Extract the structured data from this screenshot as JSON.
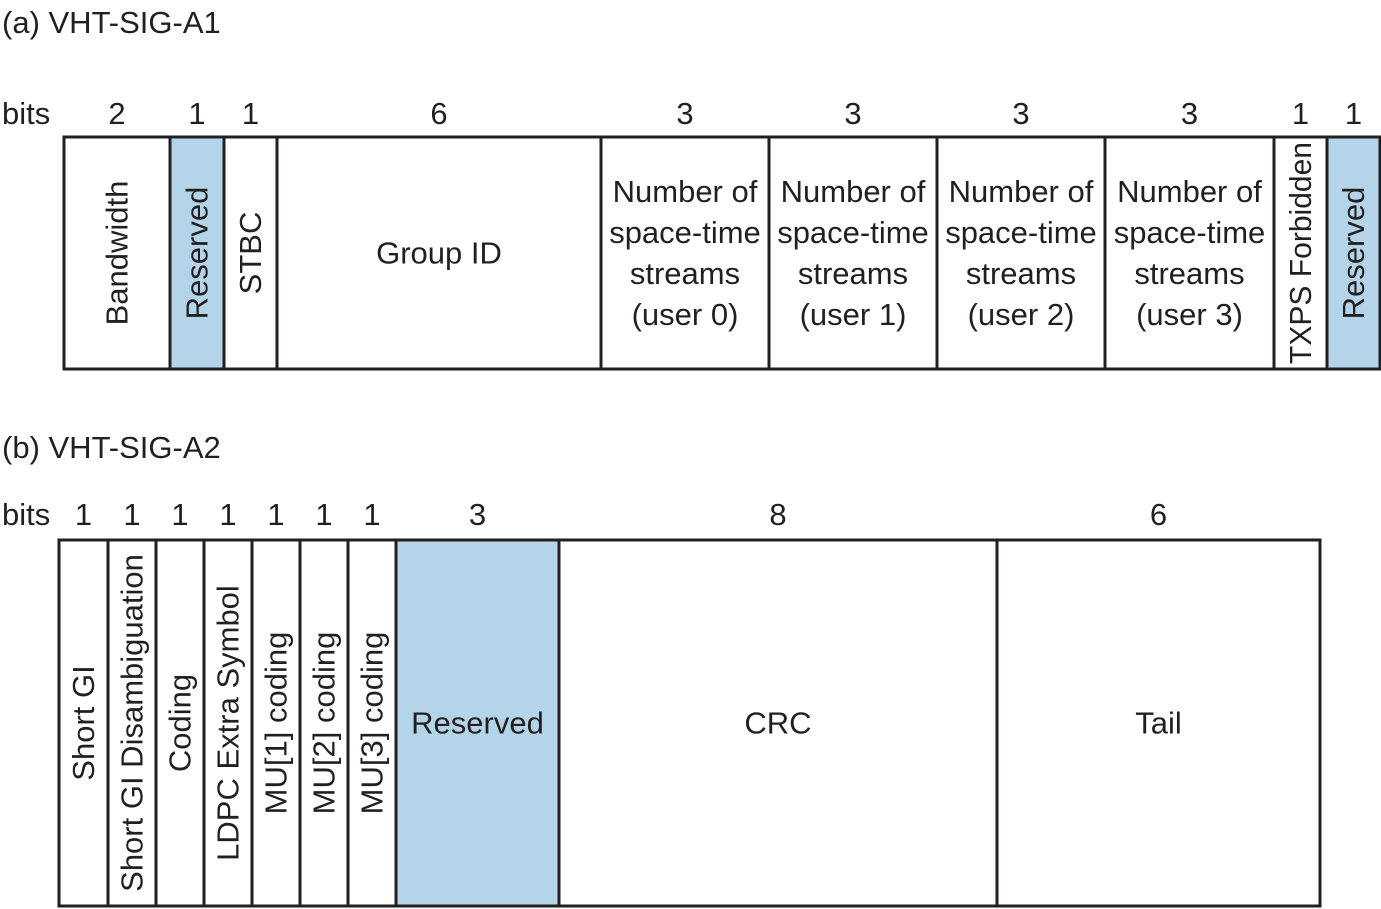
{
  "diagrams": [
    {
      "title": "(a) VHT-SIG-A1",
      "bits_label": "bits",
      "fields": [
        {
          "bits": "2",
          "label": [
            "Bandwidth"
          ],
          "orientation": "vertical",
          "reserved": false
        },
        {
          "bits": "1",
          "label": [
            "Reserved"
          ],
          "orientation": "vertical",
          "reserved": true
        },
        {
          "bits": "1",
          "label": [
            "STBC"
          ],
          "orientation": "vertical",
          "reserved": false
        },
        {
          "bits": "6",
          "label": [
            "Group ID"
          ],
          "orientation": "horizontal",
          "reserved": false
        },
        {
          "bits": "3",
          "label": [
            "Number of",
            "space-time",
            "streams",
            "(user 0)"
          ],
          "orientation": "horizontal",
          "reserved": false
        },
        {
          "bits": "3",
          "label": [
            "Number of",
            "space-time",
            "streams",
            "(user 1)"
          ],
          "orientation": "horizontal",
          "reserved": false
        },
        {
          "bits": "3",
          "label": [
            "Number of",
            "space-time",
            "streams",
            "(user 2)"
          ],
          "orientation": "horizontal",
          "reserved": false
        },
        {
          "bits": "3",
          "label": [
            "Number of",
            "space-time",
            "streams",
            "(user 3)"
          ],
          "orientation": "horizontal",
          "reserved": false
        },
        {
          "bits": "1",
          "label": [
            "TXPS Forbidden"
          ],
          "orientation": "vertical",
          "reserved": false
        },
        {
          "bits": "1",
          "label": [
            "Reserved"
          ],
          "orientation": "vertical",
          "reserved": true
        }
      ]
    },
    {
      "title": "(b) VHT-SIG-A2",
      "bits_label": "bits",
      "fields": [
        {
          "bits": "1",
          "label": [
            "Short GI"
          ],
          "orientation": "vertical",
          "reserved": false
        },
        {
          "bits": "1",
          "label": [
            "Short GI Disambiguation"
          ],
          "orientation": "vertical",
          "reserved": false
        },
        {
          "bits": "1",
          "label": [
            "Coding"
          ],
          "orientation": "vertical",
          "reserved": false
        },
        {
          "bits": "1",
          "label": [
            "LDPC Extra Symbol"
          ],
          "orientation": "vertical",
          "reserved": false
        },
        {
          "bits": "1",
          "label": [
            "MU[1] coding"
          ],
          "orientation": "vertical",
          "reserved": false
        },
        {
          "bits": "1",
          "label": [
            "MU[2] coding"
          ],
          "orientation": "vertical",
          "reserved": false
        },
        {
          "bits": "1",
          "label": [
            "MU[3] coding"
          ],
          "orientation": "vertical",
          "reserved": false
        },
        {
          "bits": "3",
          "label": [
            "Reserved"
          ],
          "orientation": "horizontal",
          "reserved": true
        },
        {
          "bits": "8",
          "label": [
            "CRC"
          ],
          "orientation": "horizontal",
          "reserved": false
        },
        {
          "bits": "6",
          "label": [
            "Tail"
          ],
          "orientation": "horizontal",
          "reserved": false
        }
      ]
    }
  ],
  "colors": {
    "reserved_fill": "#b3d4e9",
    "field_fill": "#ffffff",
    "outline": "#231f20"
  }
}
